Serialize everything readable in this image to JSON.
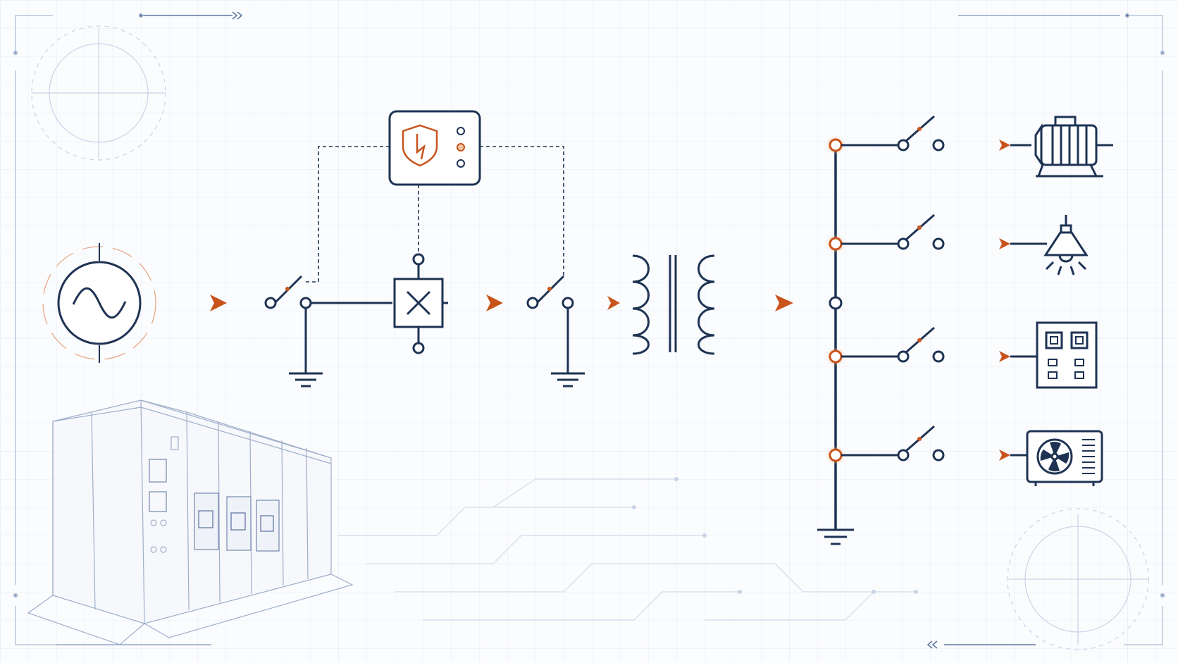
{
  "diagram": {
    "kind": "single-line-diagram",
    "text_labels": [],
    "colors": {
      "line": "#1e3354",
      "flow": "#c8541c",
      "grid": "#dfe6f1",
      "frame": "#b8c6da",
      "ghost": "#7d90b5",
      "background": "#fbfcfe"
    },
    "components": [
      {
        "id": "ac-source",
        "icon": "ac-source-icon"
      },
      {
        "id": "isolator-1",
        "icon": "switch-icon"
      },
      {
        "id": "ground-1",
        "icon": "ground-icon"
      },
      {
        "id": "protection-relay",
        "icon": "shield-icon",
        "indicator_lights": 3
      },
      {
        "id": "circuit-breaker",
        "icon": "breaker-icon"
      },
      {
        "id": "isolator-2",
        "icon": "switch-icon"
      },
      {
        "id": "ground-2",
        "icon": "ground-icon"
      },
      {
        "id": "transformer",
        "icon": "transformer-icon"
      },
      {
        "id": "busbar",
        "icon": "busbar-icon"
      },
      {
        "id": "busbar-ground",
        "icon": "ground-icon"
      }
    ],
    "feeders": [
      {
        "load": "motor",
        "icon": "motor-icon"
      },
      {
        "load": "lamp",
        "icon": "lamp-icon"
      },
      {
        "load": "control-panel",
        "icon": "control-panel-icon"
      },
      {
        "load": "air-conditioner",
        "icon": "air-conditioner-icon"
      }
    ],
    "background_art": [
      "switchgear-cabinet-sketch",
      "circuit-traces",
      "dial-top-left",
      "dial-bottom-right"
    ]
  }
}
